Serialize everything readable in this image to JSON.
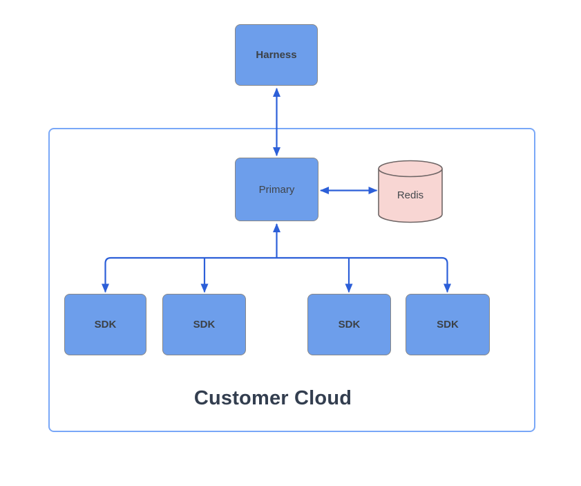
{
  "diagram": {
    "container": {
      "label": "Customer Cloud"
    },
    "nodes": {
      "harness": {
        "label": "Harness",
        "shape": "rounded-rect",
        "fill": "#6d9eeb"
      },
      "primary": {
        "label": "Primary",
        "shape": "rounded-rect",
        "fill": "#6d9eeb"
      },
      "redis": {
        "label": "Redis",
        "shape": "cylinder",
        "fill": "#f8d6d3"
      },
      "sdks": [
        {
          "label": "SDK"
        },
        {
          "label": "SDK"
        },
        {
          "label": "SDK"
        },
        {
          "label": "SDK"
        }
      ]
    },
    "edges": [
      {
        "from": "harness",
        "to": "primary",
        "direction": "bidirectional"
      },
      {
        "from": "primary",
        "to": "redis",
        "direction": "bidirectional"
      },
      {
        "from": "primary",
        "to": "sdk-1",
        "direction": "down"
      },
      {
        "from": "primary",
        "to": "sdk-2",
        "direction": "down"
      },
      {
        "from": "primary",
        "to": "sdk-3",
        "direction": "down"
      },
      {
        "from": "primary",
        "to": "sdk-4",
        "direction": "down"
      },
      {
        "from": "branch",
        "to": "primary",
        "direction": "up"
      }
    ],
    "colors": {
      "node_fill": "#6d9eeb",
      "node_border": "#878787",
      "redis_fill": "#f8d6d3",
      "redis_border": "#6e6565",
      "arrow": "#2c5fd8",
      "container_border": "#79a7f7",
      "node_label_text": "#3f444a",
      "title_text": "#333e4f",
      "background": "#ffffff"
    }
  }
}
